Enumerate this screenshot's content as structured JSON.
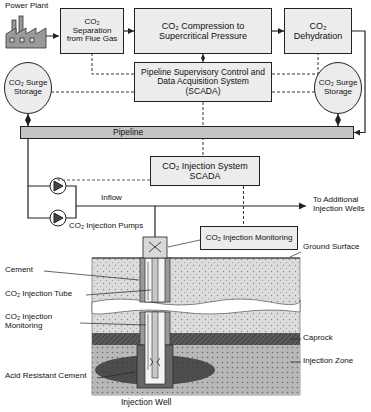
{
  "diagram": {
    "nodes": [
      {
        "text": [
          "CO₂ Separation from Flue Gas"
        ]
      },
      {
        "text": [
          "CO₂ Compression to Supercritical Pressure"
        ]
      },
      {
        "text": [
          "CO₂ Dehydration"
        ]
      },
      {
        "text": [
          "Pipeline Supervisory Control and Data Acquisition System (SCADA)"
        ]
      },
      {
        "text": [
          "CO₂ Surge Storage"
        ]
      },
      {
        "text": [
          "CO₂ Surge Storage"
        ]
      },
      {
        "text": [
          "Pipeline"
        ]
      },
      {
        "text": [
          "CO₂ Injection System SCADA"
        ]
      },
      {
        "text": [
          "CO₂ Injection Monitoring"
        ]
      }
    ],
    "edges": [
      {
        "from": 0,
        "to": 1,
        "arrow": "to"
      },
      {
        "from": 1,
        "to": 2,
        "arrow": "to"
      },
      {
        "from": 2,
        "to": 6,
        "arrow": "to"
      },
      {
        "from": 5,
        "to": 6,
        "arrow": "both"
      },
      {
        "from": 4,
        "to": 6,
        "arrow": "both"
      },
      {
        "from": 3,
        "to": 1,
        "arrow": "both"
      },
      {
        "from": 3,
        "to": 0,
        "arrow": "none"
      },
      {
        "from": 3,
        "to": 2,
        "arrow": "none"
      },
      {
        "from": 3,
        "to": 4,
        "arrow": "none"
      },
      {
        "from": 3,
        "to": 5,
        "arrow": "none"
      },
      {
        "from": 3,
        "to": 7,
        "arrow": "none"
      },
      {
        "from": 7,
        "to": 8,
        "arrow": "none"
      }
    ],
    "labels": [
      "Power Plant",
      "CO₂ Injection Pumps",
      "Inflow",
      "To Additional Injection Wells",
      "Ground Surface",
      "Cement",
      "CO₂ Injection Tube",
      "CO₂ Injection Monitoring",
      "Caprock",
      "Injection Zone",
      "Acid Resistant Cement",
      "Injection Well"
    ]
  }
}
